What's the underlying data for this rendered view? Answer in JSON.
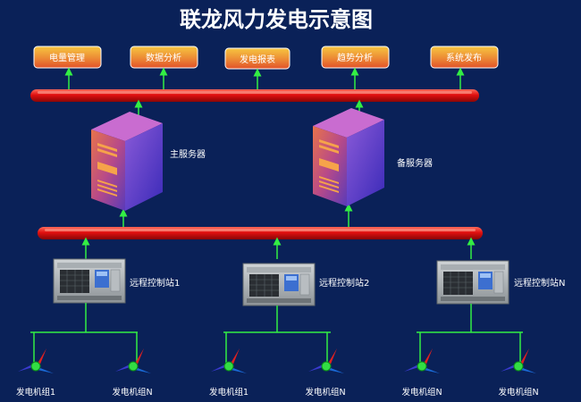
{
  "title": "联龙风力发电示意图",
  "modules": [
    "电量管理",
    "数据分析",
    "发电报表",
    "趋势分析",
    "系统发布"
  ],
  "servers": [
    "主服务器",
    "备服务器"
  ],
  "stations": [
    "远程控制站1",
    "远程控制站2",
    "远程控制站N"
  ],
  "turbines": [
    "发电机组1",
    "发电机组N",
    "发电机组1",
    "发电机组N",
    "发电机组N",
    "发电机组N"
  ],
  "colors": {
    "background": "#0a2158",
    "bus": "#e01010",
    "link": "#33ee44",
    "button_top": "#f7c640",
    "button_bottom": "#e2522a",
    "server": "#6f3ab8"
  }
}
